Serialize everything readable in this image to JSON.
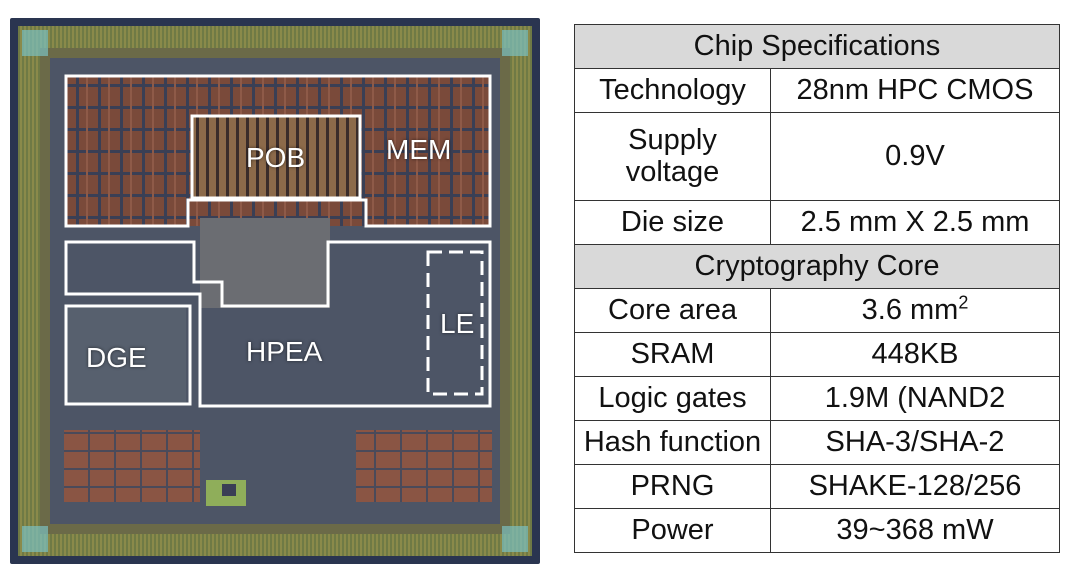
{
  "die_photo": {
    "labels": {
      "pob": "POB",
      "mem": "MEM",
      "le": "LE",
      "dge": "DGE",
      "hpea": "HPEA"
    }
  },
  "spec_table": {
    "chip_section_title": "Chip Specifications",
    "chip_rows": [
      {
        "key": "Technology",
        "value": "28nm HPC CMOS"
      },
      {
        "key": "Supply voltage",
        "value": "0.9V"
      },
      {
        "key": "Die size",
        "value": "2.5 mm X 2.5 mm"
      }
    ],
    "core_section_title": "Cryptography Core",
    "core_area": {
      "key": "Core area",
      "value": "3.6 mm",
      "superscript": "2"
    },
    "core_rows": [
      {
        "key": "SRAM",
        "value": "448KB"
      },
      {
        "key": "Logic gates",
        "value": "1.9M (NAND2"
      },
      {
        "key": "Hash function",
        "value": "SHA-3/SHA-2"
      },
      {
        "key": "PRNG",
        "value": "SHAKE-128/256"
      },
      {
        "key": "Power",
        "value": "39~368 mW"
      }
    ]
  },
  "colors": {
    "die_base": "#2a3550",
    "pad_ring": "#8a8a4a",
    "core_area": "#4d5566",
    "memory_block": "#7a4a3a",
    "outline": "#ffffff",
    "table_header_bg": "#d9d9d9"
  }
}
